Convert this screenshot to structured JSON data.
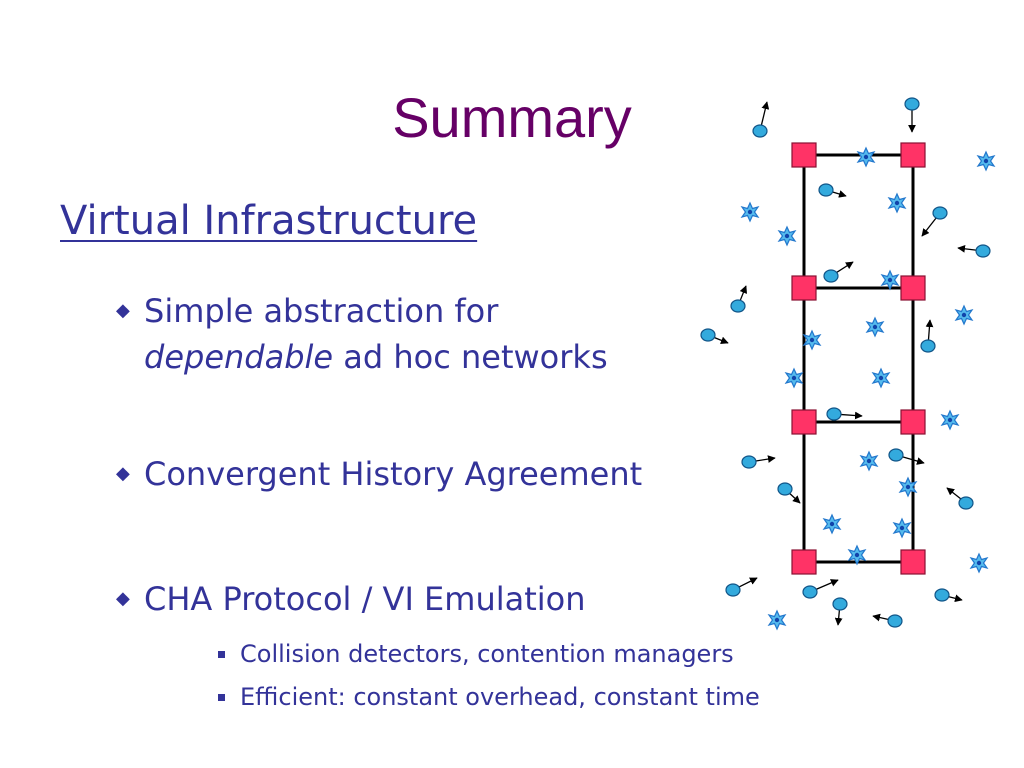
{
  "slide": {
    "title": "Summary",
    "heading": "Virtual Infrastructure",
    "bullets": [
      {
        "line1": "Simple abstraction for",
        "line2_em": "dependable",
        "line2_rest": " ad hoc networks"
      },
      {
        "text": "Convergent History Agreement"
      },
      {
        "text": "CHA Protocol / VI Emulation"
      }
    ],
    "sub_bullets": [
      {
        "text": "Collision detectors, contention managers"
      },
      {
        "text": "Efficient: constant overhead, constant time"
      }
    ]
  },
  "diagram": {
    "colors": {
      "virtual_node": "#ff3366",
      "mobile_node": "#33aadd",
      "static_star": "#2277cc",
      "grid_line": "#000000"
    },
    "icons": {
      "virtual_node": "square",
      "mobile_node": "circle-with-arrow",
      "static_node": "star"
    }
  }
}
